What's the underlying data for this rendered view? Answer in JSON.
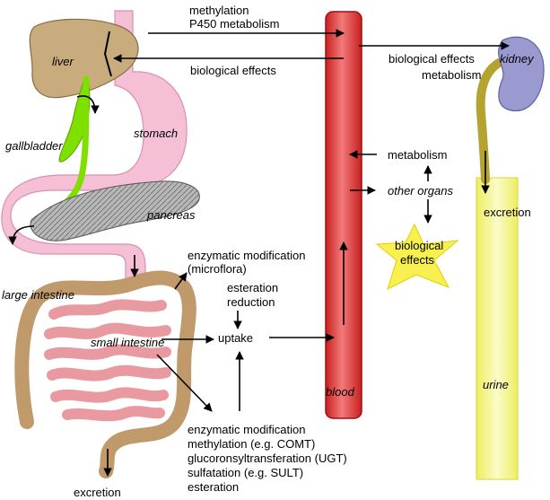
{
  "organs": {
    "liver": "liver",
    "gallbladder": "gallbladder",
    "stomach": "stomach",
    "pancreas": "pancreas",
    "large_intestine": "large intestine",
    "small_intestine": "small intestine",
    "blood": "blood",
    "kidney": "kidney",
    "urine": "urine",
    "other_organs": "other organs"
  },
  "labels": {
    "methylation": "methylation",
    "p450": "P450 metabolism",
    "bio_effects_liver": "biological effects",
    "bio_effects_kidney": "biological effects",
    "metabolism_kidney": "metabolism",
    "metabolism": "metabolism",
    "excretion_kidney": "excretion",
    "bio_effects_star_1": "biological",
    "bio_effects_star_2": "effects",
    "enz_mod_1": "enzymatic modification",
    "microflora": "(microflora)",
    "esteration": "esteration",
    "reduction": "reduction",
    "uptake": "uptake",
    "enz_mod_2": "enzymatic modification",
    "comt": "methylation (e.g. COMT)",
    "ugt": "glucoronsyltransferation (UGT)",
    "sult": "sulfatation (e.g. SULT)",
    "esteration_2": "esteration",
    "excretion_gut": "excretion"
  },
  "colors": {
    "liver": "#c9ac7e",
    "gallbladder": "#7fe000",
    "stomach": "#f5bfd6",
    "pancreas": "#b0b0b0",
    "large_intestine": "#c19a6b",
    "small_intestine": "#e89aa0",
    "blood": "#e84040",
    "kidney": "#9a9ad0",
    "urine": "#f3f39a",
    "ureter": "#b5a330",
    "star": "#f8f050"
  }
}
